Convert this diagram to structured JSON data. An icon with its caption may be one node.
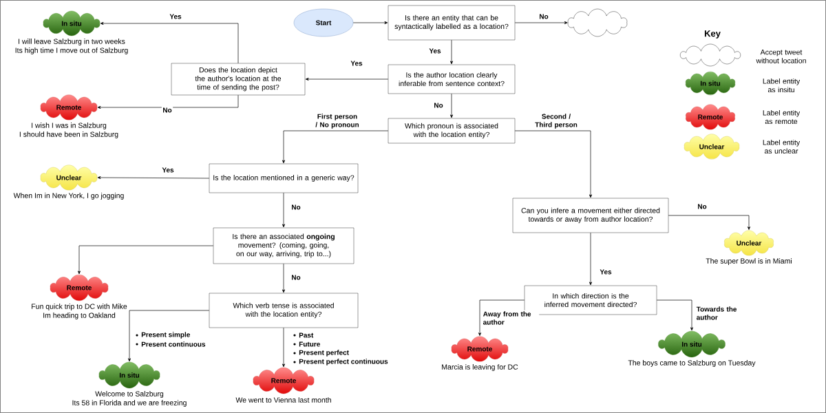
{
  "diagram": {
    "nodes": [
      {
        "text": [
          "Start"
        ]
      },
      {
        "text": [
          "Is there an entity that can be syntactically labelled as a location?"
        ]
      },
      {
        "text": [],
        "shape": "cloud"
      },
      {
        "text": [
          "Is the author location clearly inferable from sentence context?"
        ]
      },
      {
        "text": [
          "Does the location depict the author's location at the time of sending the post?"
        ]
      },
      {
        "text": [
          "In situ"
        ],
        "beside": [
          "I will leave Salzburg in two weeks",
          "Its high time I move out of Salzburg"
        ]
      },
      {
        "text": [
          "Remote"
        ],
        "beside": [
          "I wish I was in Salzburg",
          "I should have been in Salzburg"
        ]
      },
      {
        "text": [
          "Which pronoun is associated with the location entity?"
        ]
      },
      {
        "text": [
          "Is the location mentioned in a generic way?"
        ]
      },
      {
        "text": [
          "Unclear"
        ],
        "beside": [
          "When Im in New York, I go jogging"
        ]
      },
      {
        "text": [
          "Is there an associated **ongoing** movement? (coming, going, on our way, arriving, trip to...)"
        ]
      },
      {
        "text": [
          "Remote"
        ],
        "beside": [
          "Fun quick trip to DC with Mike",
          "Im heading to Oakland"
        ]
      },
      {
        "text": [
          "Which verb tense is associated with the location entity?"
        ]
      },
      {
        "text": [
          "In situ"
        ],
        "beside": [
          "Welcome to Salzburg",
          "Its 58 in Florida and we are freezing"
        ]
      },
      {
        "text": [
          "Remote"
        ],
        "beside": [
          "We went to Vienna last month"
        ]
      },
      {
        "text": [
          "Can you infere a movement either directed towards or away from author location?"
        ]
      },
      {
        "text": [
          "Unclear"
        ],
        "beside": [
          "The super Bowl is in Miami"
        ]
      },
      {
        "text": [
          "In which direction is the inferred movement directed?"
        ]
      },
      {
        "text": [
          "Remote"
        ],
        "beside": [
          "Marcia is leaving for DC"
        ]
      },
      {
        "text": [
          "In situ"
        ],
        "beside": [
          "The boys came to Salzburg on Tuesday"
        ]
      },
      {
        "text": [],
        "shape": "cloud"
      },
      {
        "text": [
          "In situ"
        ]
      },
      {
        "text": [
          "Remote"
        ]
      },
      {
        "text": [
          "Unclear"
        ]
      }
    ],
    "edges": [
      {
        "from": 0,
        "to": 1,
        "arrow": "to"
      },
      {
        "from": 1,
        "to": 2,
        "arrow": "to",
        "label": "No"
      },
      {
        "from": 1,
        "to": 3,
        "arrow": "to",
        "label": "Yes"
      },
      {
        "from": 3,
        "to": 4,
        "arrow": "to",
        "label": "Yes"
      },
      {
        "from": 3,
        "to": 7,
        "arrow": "to",
        "label": "No"
      },
      {
        "from": 4,
        "to": 5,
        "arrow": "to",
        "label": "Yes"
      },
      {
        "from": 4,
        "to": 6,
        "arrow": "to",
        "label": "No"
      },
      {
        "from": 7,
        "to": 8,
        "arrow": "to",
        "label": "First person / No pronoun"
      },
      {
        "from": 7,
        "to": 15,
        "arrow": "to",
        "label": "Second / Third person"
      },
      {
        "from": 8,
        "to": 9,
        "arrow": "to",
        "label": "Yes"
      },
      {
        "from": 8,
        "to": 10,
        "arrow": "to",
        "label": "No"
      },
      {
        "from": 10,
        "to": 11,
        "arrow": "to"
      },
      {
        "from": 10,
        "to": 12,
        "arrow": "to",
        "label": "No"
      },
      {
        "from": 12,
        "to": 13,
        "arrow": "to"
      },
      {
        "from": 12,
        "to": 14,
        "arrow": "to"
      },
      {
        "from": 15,
        "to": 16,
        "arrow": "to",
        "label": "No"
      },
      {
        "from": 15,
        "to": 17,
        "arrow": "to",
        "label": "Yes"
      },
      {
        "from": 17,
        "to": 18,
        "arrow": "to",
        "label": "Away from the author"
      },
      {
        "from": 17,
        "to": 19,
        "arrow": "to",
        "label": "Towards the author"
      }
    ],
    "labels": [
      "Key",
      "Present simple",
      "Present continuous",
      "Past",
      "Future",
      "Present perfect",
      "Present perfect continuous"
    ],
    "legend": [
      {
        "text": "Accept tweet without location"
      },
      {
        "text": "Label entity as insitu"
      },
      {
        "text": "Label entity as remote"
      },
      {
        "text": "Label entity as unclear"
      }
    ]
  }
}
